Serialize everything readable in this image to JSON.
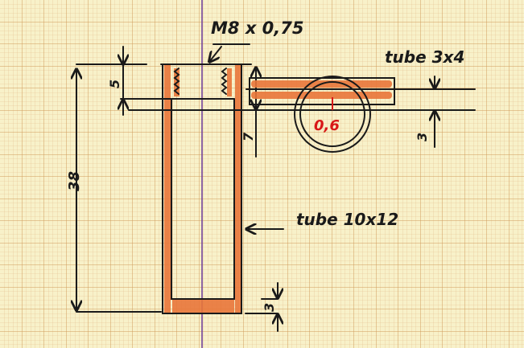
{
  "title_annotation": "M8 x 0,75",
  "labels": {
    "small_tube": "tube 3x4",
    "main_tube": "tube 10x12",
    "wall_thickness": "0,6"
  },
  "dimensions": {
    "overall_length": "38",
    "thread_length": "5",
    "top_section": "7",
    "small_tube_height": "3",
    "bottom_plug": "3"
  },
  "colors": {
    "paper": "#f8f1c9",
    "grid": "#d9a86a",
    "ink": "#1a1a1a",
    "fill": "#e8763a",
    "highlight": "#d81818",
    "axis": "#6a3a9a"
  }
}
